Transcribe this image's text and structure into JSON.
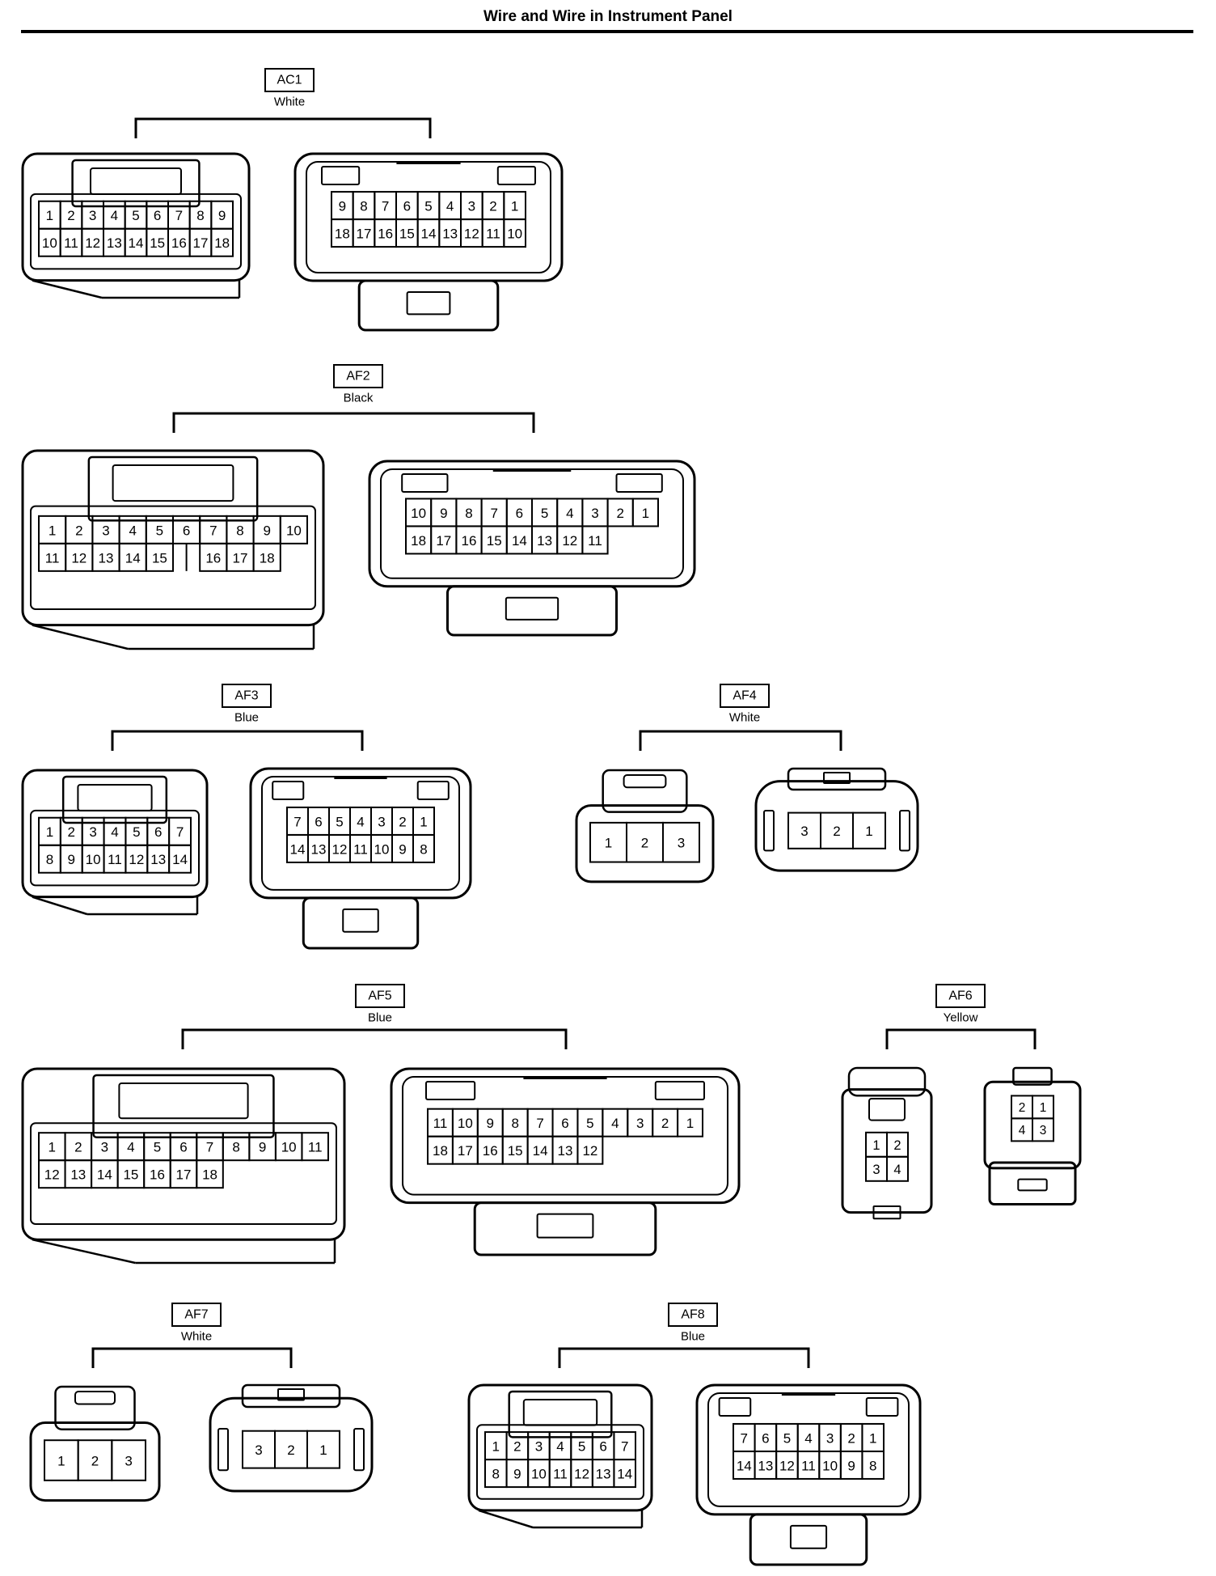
{
  "page": {
    "title": "Wire and Wire in Instrument Panel"
  },
  "colors": {
    "line": "#000000",
    "background": "#ffffff"
  },
  "connectors": [
    {
      "code": "AC1",
      "color": "White",
      "left": {
        "kind": "socket",
        "rows": [
          [
            "1",
            "2",
            "3",
            "4",
            "5",
            "6",
            "7",
            "8",
            "9"
          ],
          [
            "10",
            "11",
            "12",
            "13",
            "14",
            "15",
            "16",
            "17",
            "18"
          ]
        ]
      },
      "right": {
        "kind": "plug",
        "rows": [
          [
            "9",
            "8",
            "7",
            "6",
            "5",
            "4",
            "3",
            "2",
            "1"
          ],
          [
            "18",
            "17",
            "16",
            "15",
            "14",
            "13",
            "12",
            "11",
            "10"
          ]
        ]
      }
    },
    {
      "code": "AF2",
      "color": "Black",
      "left": {
        "kind": "socket-wide",
        "rows": [
          [
            "1",
            "2",
            "3",
            "4",
            "5",
            "6",
            "7",
            "8",
            "9",
            "10"
          ],
          [
            "11",
            "12",
            "13",
            "14",
            "15",
            "",
            "16",
            "17",
            "18"
          ]
        ]
      },
      "right": {
        "kind": "plug-wide",
        "rows": [
          [
            "10",
            "9",
            "8",
            "7",
            "6",
            "5",
            "4",
            "3",
            "2",
            "1"
          ],
          [
            "18",
            "17",
            "16",
            "15",
            "14",
            "13",
            "12",
            "11"
          ]
        ]
      }
    },
    {
      "code": "AF3",
      "color": "Blue",
      "left": {
        "kind": "socket",
        "rows": [
          [
            "1",
            "2",
            "3",
            "4",
            "5",
            "6",
            "7"
          ],
          [
            "8",
            "9",
            "10",
            "11",
            "12",
            "13",
            "14"
          ]
        ]
      },
      "right": {
        "kind": "plug",
        "rows": [
          [
            "7",
            "6",
            "5",
            "4",
            "3",
            "2",
            "1"
          ],
          [
            "14",
            "13",
            "12",
            "11",
            "10",
            "9",
            "8"
          ]
        ]
      }
    },
    {
      "code": "AF4",
      "color": "White",
      "left": {
        "kind": "small-socket",
        "rows": [
          [
            "1",
            "2",
            "3"
          ]
        ]
      },
      "right": {
        "kind": "small-plug",
        "rows": [
          [
            "3",
            "2",
            "1"
          ]
        ]
      }
    },
    {
      "code": "AF5",
      "color": "Blue",
      "left": {
        "kind": "socket-wide",
        "rows": [
          [
            "1",
            "2",
            "3",
            "4",
            "5",
            "6",
            "7",
            "8",
            "9",
            "10",
            "11"
          ],
          [
            "12",
            "13",
            "14",
            "15",
            "16",
            "17",
            "18"
          ]
        ]
      },
      "right": {
        "kind": "plug-wide",
        "rows": [
          [
            "11",
            "10",
            "9",
            "8",
            "7",
            "6",
            "5",
            "4",
            "3",
            "2",
            "1"
          ],
          [
            "18",
            "17",
            "16",
            "15",
            "14",
            "13",
            "12"
          ]
        ]
      }
    },
    {
      "code": "AF6",
      "color": "Yellow",
      "left": {
        "kind": "tall-socket",
        "rows": [
          [
            "1",
            "2"
          ],
          [
            "3",
            "4"
          ]
        ]
      },
      "right": {
        "kind": "tall-plug",
        "rows": [
          [
            "2",
            "1"
          ],
          [
            "4",
            "3"
          ]
        ]
      }
    },
    {
      "code": "AF7",
      "color": "White",
      "left": {
        "kind": "small-socket",
        "rows": [
          [
            "1",
            "2",
            "3"
          ]
        ]
      },
      "right": {
        "kind": "small-plug",
        "rows": [
          [
            "3",
            "2",
            "1"
          ]
        ]
      }
    },
    {
      "code": "AF8",
      "color": "Blue",
      "left": {
        "kind": "socket",
        "rows": [
          [
            "1",
            "2",
            "3",
            "4",
            "5",
            "6",
            "7"
          ],
          [
            "8",
            "9",
            "10",
            "11",
            "12",
            "13",
            "14"
          ]
        ]
      },
      "right": {
        "kind": "plug",
        "rows": [
          [
            "7",
            "6",
            "5",
            "4",
            "3",
            "2",
            "1"
          ],
          [
            "14",
            "13",
            "12",
            "11",
            "10",
            "9",
            "8"
          ]
        ]
      }
    }
  ]
}
